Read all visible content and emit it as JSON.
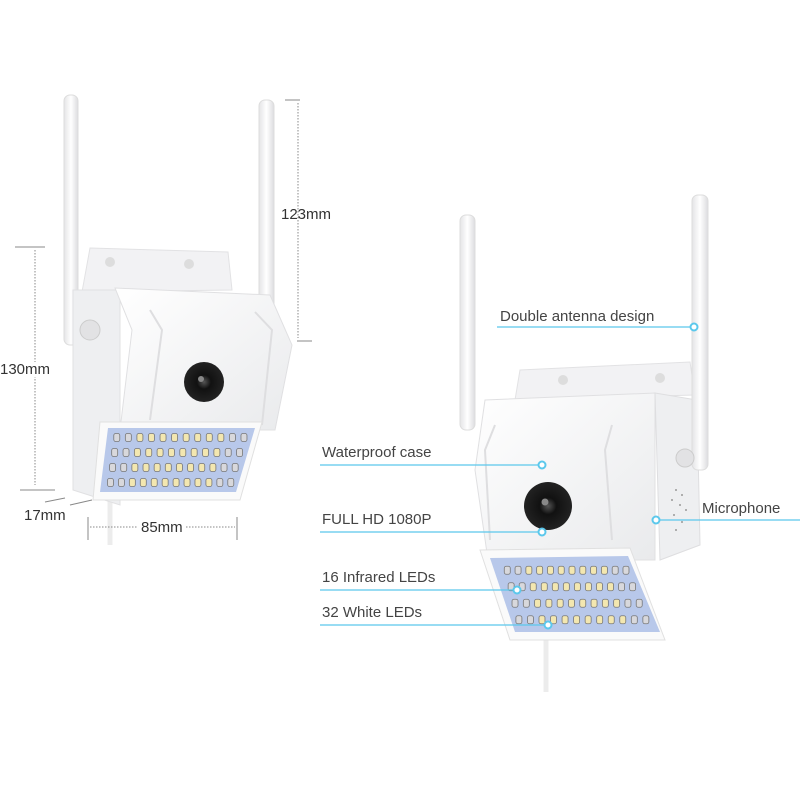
{
  "dimensions": {
    "height": "130mm",
    "antenna_height": "123mm",
    "depth": "17mm",
    "width": "85mm"
  },
  "callouts": {
    "antenna": "Double antenna design",
    "case": "Waterproof case",
    "resolution": "FULL HD 1080P",
    "microphone": "Microphone",
    "infrared": "16 Infrared LEDs",
    "white": "32 White LEDs"
  },
  "colors": {
    "callout_line": "#5bc8ec",
    "led_panel": "#b7c8ea",
    "body": "#f6f6f7"
  }
}
